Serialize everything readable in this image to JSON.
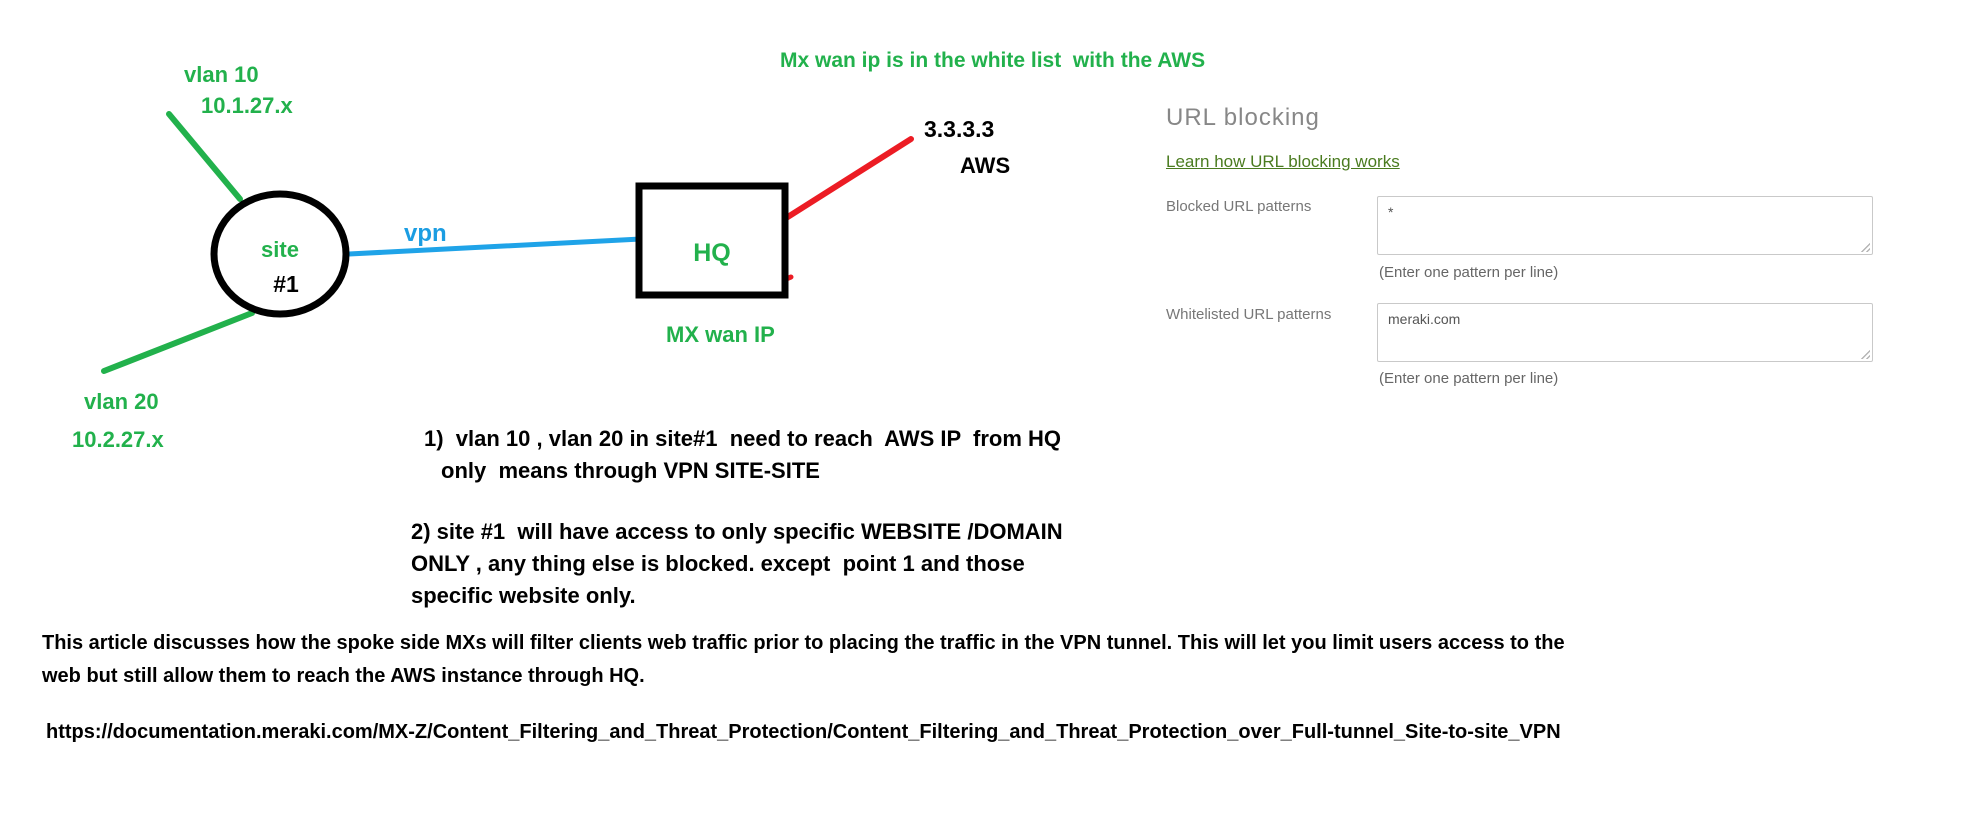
{
  "colors": {
    "diagram_green": "#22B14C",
    "diagram_blue": "#1B9DE2",
    "diagram_red": "#EC1C24",
    "diagram_black": "#000000",
    "panel_heading_gray": "#878787",
    "panel_link_green": "#4A7B1F",
    "panel_label_gray": "#777777",
    "panel_hint_gray": "#666666",
    "textarea_border": "#C9C9C9"
  },
  "title": "Mx wan ip is in the white list  with the AWS",
  "diagram": {
    "vlan10": {
      "label": "vlan 10",
      "subnet": "10.1.27.x"
    },
    "vlan20": {
      "label": "vlan 20",
      "subnet": "10.2.27.x"
    },
    "site": {
      "name": "site",
      "number": "#1"
    },
    "vpn_label": "vpn",
    "hq_label": "HQ",
    "mx_wan_ip_label": "MX wan IP",
    "aws": {
      "ip": "3.3.3.3",
      "label": "AWS"
    }
  },
  "url_blocking_panel": {
    "heading": "URL blocking",
    "link": "Learn how URL blocking works",
    "blocked": {
      "label": "Blocked URL patterns",
      "value": "*",
      "hint": "(Enter one pattern per line)"
    },
    "whitelisted": {
      "label": "Whitelisted URL patterns",
      "value": "meraki.com",
      "hint": "(Enter one pattern per line)"
    }
  },
  "notes": {
    "note1_lines": [
      "1)  vlan 10 , vlan 20 in site#1  need to reach  AWS IP  from HQ",
      "only  means through VPN SITE-SITE"
    ],
    "note2_lines": [
      "2) site #1  will have access to only specific WEBSITE /DOMAIN",
      "ONLY , any thing else is blocked. except  point 1 and those",
      "specific website only."
    ]
  },
  "footer": {
    "paragraph_lines": [
      "This article discusses how the spoke side MXs will filter clients web traffic prior to placing the traffic in the VPN tunnel. This will let you limit users access to the",
      "web but still allow them to reach the AWS instance through HQ."
    ],
    "url": "https://documentation.meraki.com/MX-Z/Content_Filtering_and_Threat_Protection/Content_Filtering_and_Threat_Protection_over_Full-tunnel_Site-to-site_VPN"
  }
}
